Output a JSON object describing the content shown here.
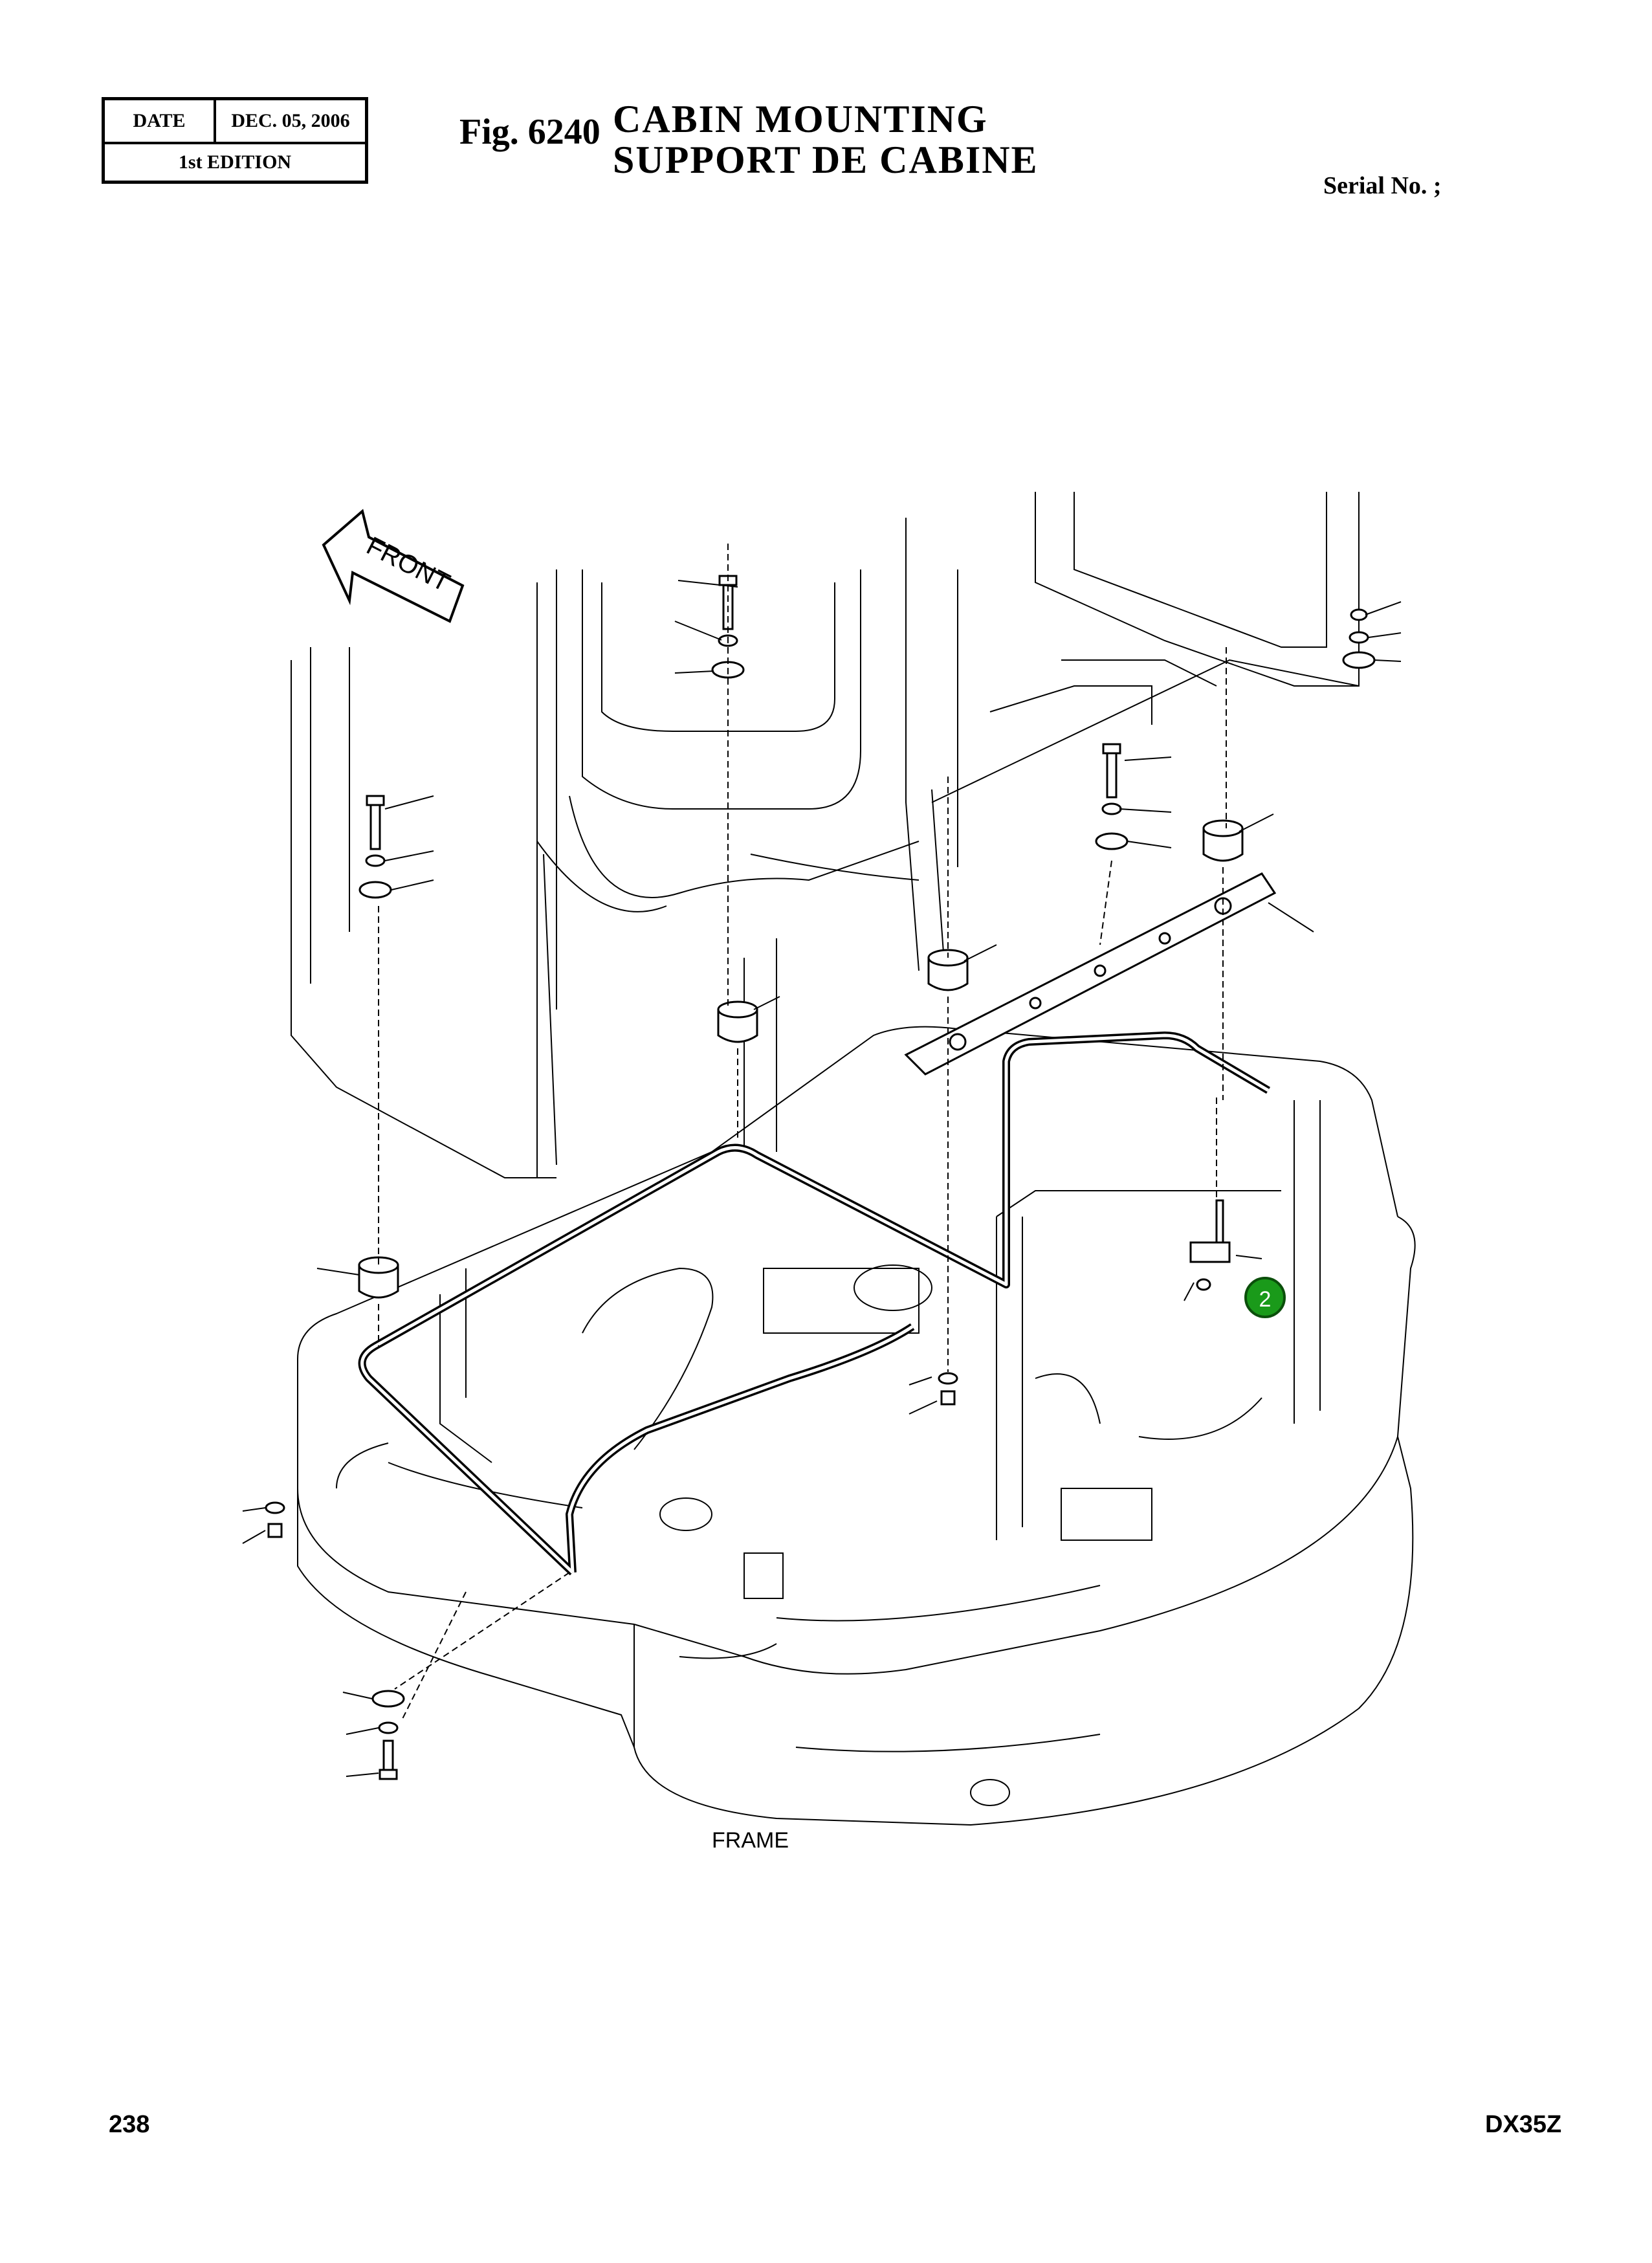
{
  "header": {
    "date_label": "DATE",
    "date_value": "DEC. 05, 2006",
    "edition": "1st EDITION",
    "fig_number": "Fig. 6240",
    "title_en": "CABIN  MOUNTING",
    "title_fr": "SUPPORT  DE  CABINE",
    "serial": "Serial No. ;"
  },
  "drawing": {
    "front_arrow_label": "FRONT",
    "callout_number": "2",
    "callout_color": "#1a9a1a",
    "frame_label": "FRAME"
  },
  "footer": {
    "page_number": "238",
    "model": "DX35Z"
  }
}
